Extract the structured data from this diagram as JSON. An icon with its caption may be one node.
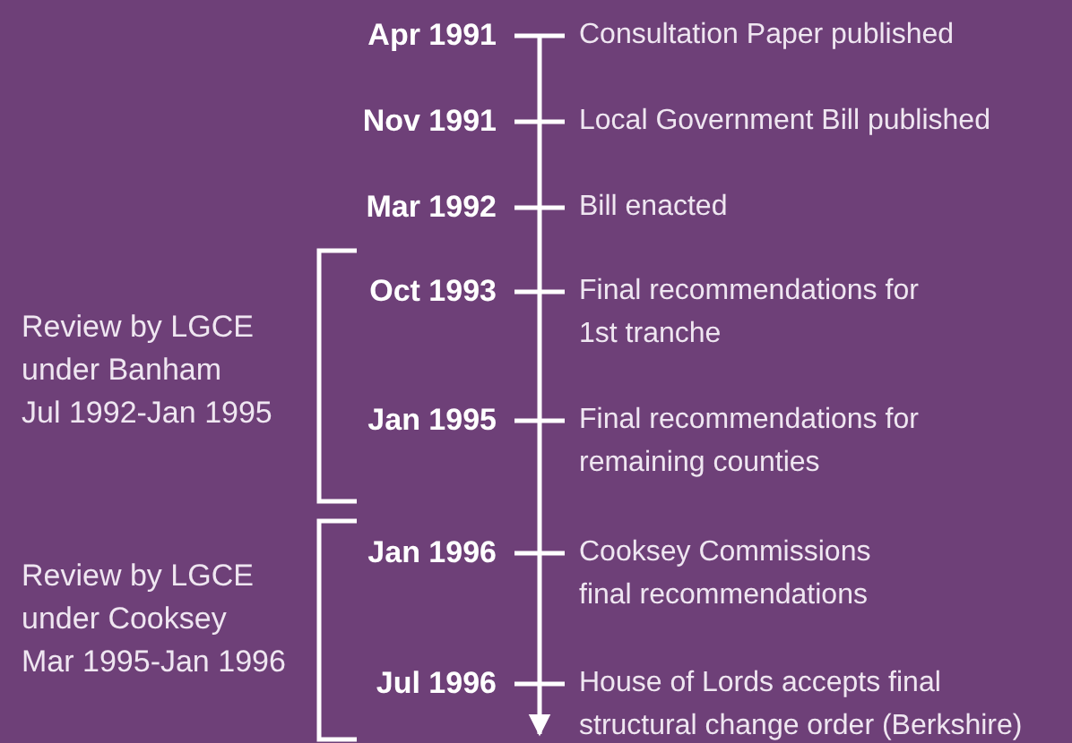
{
  "diagram": {
    "labels": [
      "Apr 1991",
      "Consultation Paper published",
      "Nov 1991",
      "Local Government Bill published",
      "Mar 1992",
      "Bill enacted",
      "Oct 1993",
      "Final recommendations for 1st tranche",
      "Review by LGCE under Banham Jul 1992-Jan 1995",
      "Jan 1995",
      "Final recommendations for remaining counties",
      "Jan 1996",
      "Cooksey Commissions final recommendations",
      "Review by LGCE under Cooksey Mar 1995-Jan 1996",
      "Jul 1996",
      "House of Lords accepts final structural change order (Berkshire)"
    ]
  }
}
